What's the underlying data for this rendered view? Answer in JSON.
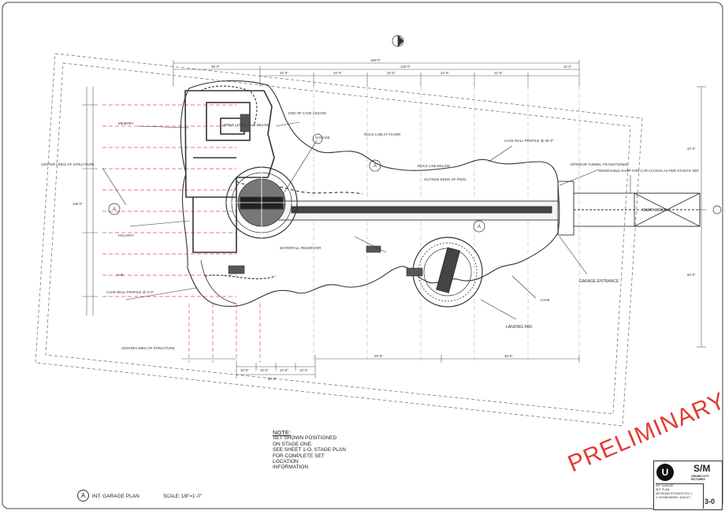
{
  "drawing": {
    "labels": {
      "end_cave_ceiling": "END OF CAVE CEILING",
      "garage": "GARAGE",
      "rock_line_floor": "ROCK LINE AT FLOOR",
      "rock_line_below": "ROCK LINE BELOW",
      "edge_of_pool": "OUTSIDE EDGE OF POOL",
      "cave_wall_profile_a": "CAVE WALL PROFILE @ 35'-0\"",
      "interior_tunnel": "INTERIOR TUNNEL TRANSITIONED",
      "removable_ramp": "REMOVABLE RAMP FOR CAR ACCESS AS PER STUNTS TBD",
      "ramp_down": "RAMP DOWN",
      "memory": "MEMORY",
      "upper_level_cave": "UPPER LEVEL CAVE BELOW",
      "center_lines_top": "CENTER LINES OF STRUCTURE",
      "center_lines_bottom": "CENTER LINES OF STRUCTURE",
      "hallway": "HALLWAY",
      "lab": "LAB",
      "cave_wall_profile_b": "CAVE WALL PROFILE @ 3'-0\"",
      "waterfall_reservoir": "WATERFALL RESERVOIR",
      "garage_entrance": "GARAGE ENTRANCE",
      "cave": "CAVE",
      "landing_pad": "LANDING PAD"
    },
    "dims": {
      "overall_top": "169'-0\"",
      "top_a": "35'-0\"",
      "top_b": "120'-0\"",
      "top_c": "11'-2\"",
      "seg1": "24'-0\"",
      "seg2": "24'-0\"",
      "seg3": "24'-0\"",
      "seg4": "24'-0\"",
      "seg5": "24'-0\"",
      "bot_overall": "60'-0\"",
      "bot_1": "10'-0\"",
      "bot_2": "10'-0\"",
      "bot_3": "10'-0\"",
      "bot_4": "10'-0\"",
      "bot_right": "28'-6\"",
      "bot_far": "48'-0\"",
      "right_top": "44'-0\"",
      "right_bot": "56'-0\"",
      "left_dim": "106'-0\""
    },
    "callout_letter": "A"
  },
  "note": {
    "heading": "NOTE:",
    "line1": "SET SHOWN POSITIONED",
    "line2": "ON STAGE ONE.",
    "line3": "SEE SHEET 1-O, STAGE PLAN",
    "line4": "FOR COMPLETE SET LOCATION",
    "line5": "INFORMATION"
  },
  "caption": {
    "letter": "A",
    "title": "INT. GARAGE PLAN",
    "scale": "SCALE: 1/8\"=1'-0\""
  },
  "stamp": {
    "text": "PRELIMINARY",
    "color": "#e23a32"
  },
  "title_block": {
    "logo_left": "U",
    "logo_right_top": "S/M",
    "logo_right_sub": "CROWN CITY PICTURES",
    "set_title": "INT. GARAGE",
    "sheet_type": "SET PLAN",
    "location": "MICHIGAN STUDIOS STG 1",
    "designer": "V. SCHNEIDER/S. DATLEY",
    "sheet_number": "3-0"
  }
}
